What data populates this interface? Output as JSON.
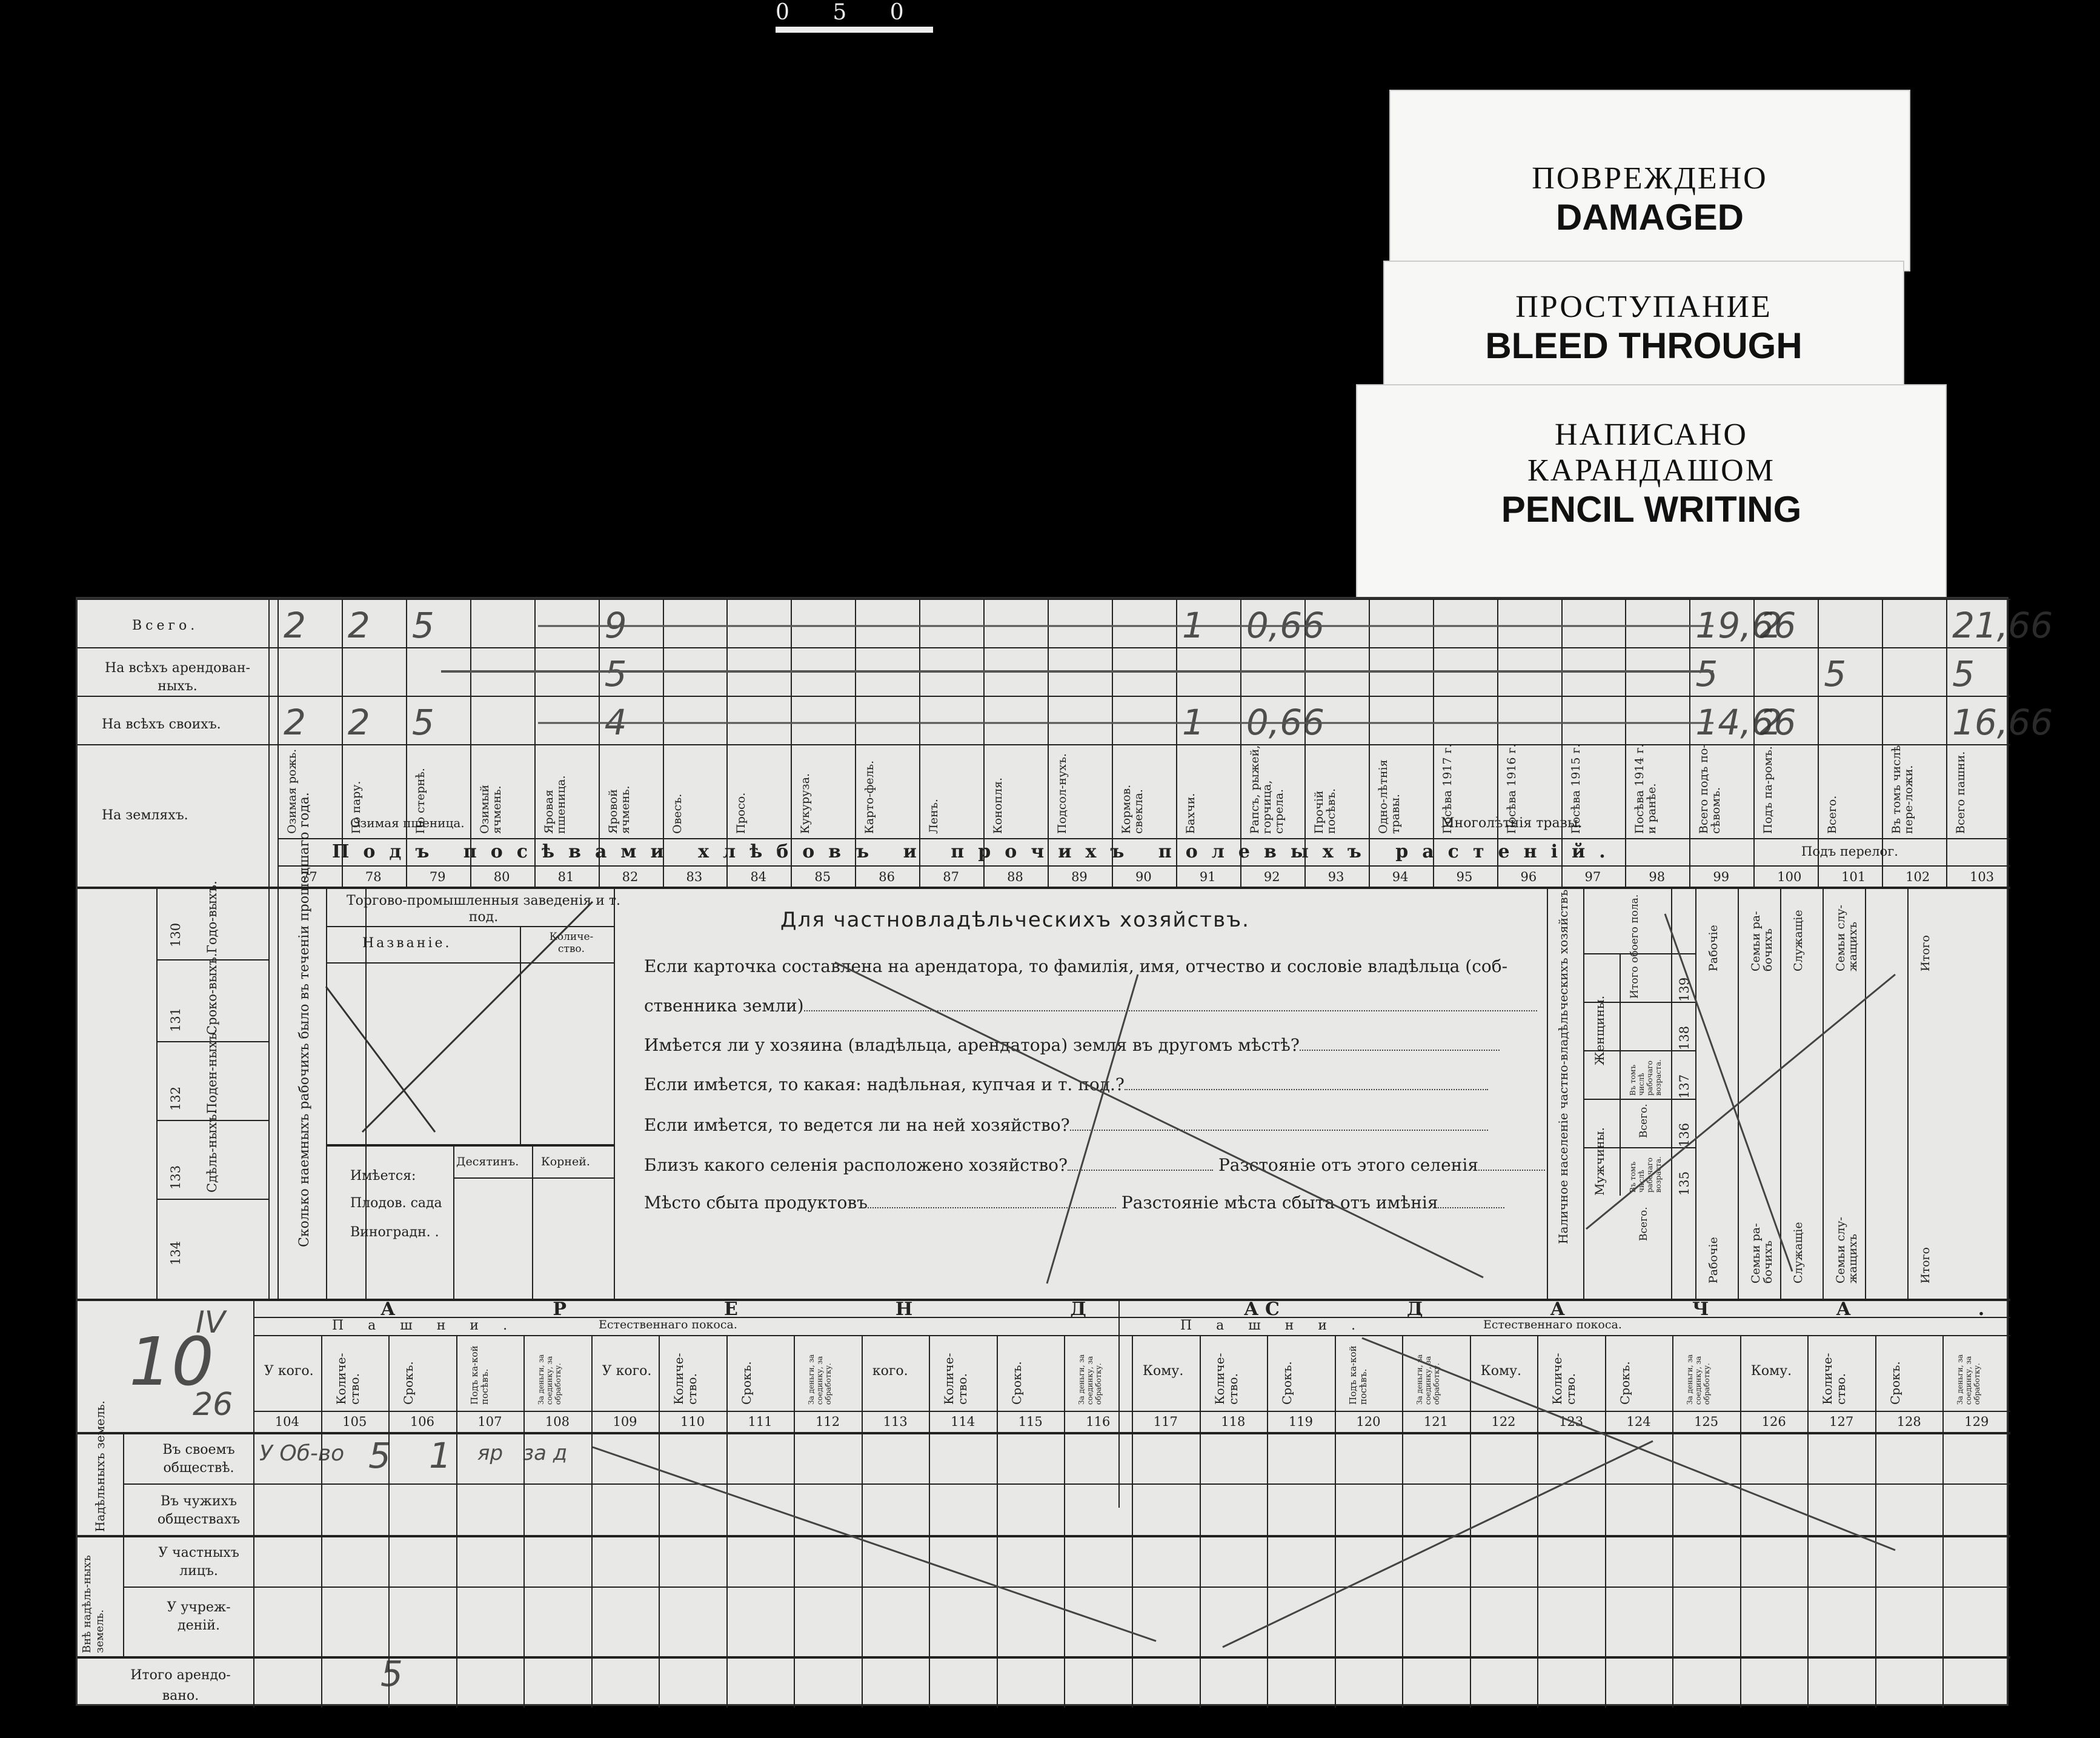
{
  "film_mark": "0 5 0",
  "notices": [
    {
      "ru": "ПОВРЕЖДЕНО",
      "en": "DAMAGED"
    },
    {
      "ru": "ПРОСТУПАНИЕ",
      "en": "BLEED THROUGH"
    },
    {
      "ru1": "НАПИСАНО",
      "ru2": "КАРАНДАШОМ",
      "en": "PENCIL WRITING"
    }
  ],
  "top_table": {
    "row_labels": [
      "Всего.",
      "На всѣхъ арендован-ныхъ.",
      "На всѣхъ своихъ.",
      "На земляхъ."
    ],
    "columns": [
      "Озимая рожь.",
      "По пару.",
      "По стернѣ.",
      "Озимый ячмень.",
      "Яровая пшеница.",
      "Яровой ячмень.",
      "Овесъ.",
      "Просо.",
      "Кукуруза.",
      "Карто-фель.",
      "Ленъ.",
      "Конопля.",
      "Подсол-нухъ.",
      "Кормов. свекла.",
      "Бахчи.",
      "Рапсъ, рыжей, горчица, стрела.",
      "Прочій посѣвъ.",
      "Одно-лѣтнія травы.",
      "Посѣва 1917 г.",
      "Посѣва 1916 г.",
      "Посѣва 1915 г.",
      "Посѣва 1914 г. и ранѣе.",
      "Всего подъ по-сѣвомъ.",
      "Подъ па-ромъ.",
      "Всего.",
      "Въ томъ числѣ пере-ложи.",
      "Всего пашни."
    ],
    "group_ozimaya": "Озимая пшеница.",
    "group_mnogoletnie": "Многолѣтнія травы.",
    "group_perelog": "Подъ перелог.",
    "band": "Подъ посѣвами хлѣбовъ и прочихъ полевыхъ растеній.",
    "numbers": [
      "77",
      "78",
      "79",
      "80",
      "81",
      "82",
      "83",
      "84",
      "85",
      "86",
      "87",
      "88",
      "89",
      "90",
      "91",
      "92",
      "93",
      "94",
      "95",
      "96",
      "97",
      "98",
      "99",
      "100",
      "101",
      "102",
      "103"
    ],
    "hw_vsego": [
      "2",
      "2",
      "5",
      "9",
      "1",
      "0,66",
      "19,66",
      "2",
      "21,66"
    ],
    "hw_arend": [
      "5",
      "5",
      "5",
      "5"
    ],
    "hw_svoih": [
      "2",
      "2",
      "5",
      "4",
      "1",
      "0,66",
      "14,66",
      "2",
      "16,66"
    ]
  },
  "middle": {
    "left_cols": [
      {
        "num": "130",
        "label": "Годо-выхъ."
      },
      {
        "num": "131",
        "label": "Сроко-выхъ."
      },
      {
        "num": "132",
        "label": "Поден-ныхъ."
      },
      {
        "num": "133",
        "label": "Сдѣль-ныхъ."
      },
      {
        "num": "134",
        "label": ""
      }
    ],
    "workers_heading": "Сколько наемныхъ рабочихъ было въ теченіи прошедшаго года.",
    "trade_heading": "Торгово-промышленныя заведенія и т. под.",
    "name_col": "Названіе.",
    "qty_col": "Количе-ство.",
    "imeetsya": "Имѣется:",
    "desyatin": "Десятинъ.",
    "korney": "Корней.",
    "plodov_sada": "Плодов. сада",
    "vinogradn": "Виноградн. .",
    "private_title": "Для частновладѣльческихъ хозяйствъ.",
    "q1a": "Если карточка составлена на арендатора, то фамилія, имя, отчество и сословіе владѣльца (соб-",
    "q1b": "ственника земли)",
    "q2": "Имѣется ли у хозяина (владѣльца, арендатора) земля въ другомъ мѣстѣ?",
    "q3": "Если имѣется, то какая: надѣльная, купчая и т. под.?",
    "q4": "Если имѣется, то ведется ли на ней хозяйство?",
    "q5a": "Близъ какого селенія расположено хозяйство?",
    "q5b": "Разстояніе отъ этого селенія",
    "q6a": "Мѣсто сбыта продуктовъ",
    "q6b": "Разстояніе мѣста сбыта отъ имѣнія",
    "population_heading": "Наличное населеніе частно-владѣльческихъ хозяйствъ.",
    "muzhchiny": "Мужчины.",
    "zhenshchiny": "Женщины.",
    "vsego": "Всего.",
    "rabochego": "Въ томъ числѣ рабочаго возраста.",
    "itogo_ob": "Итого обоего пола.",
    "pop_nums": [
      "135",
      "136",
      "137",
      "138",
      "139"
    ],
    "right_cols": [
      "Рабочіе",
      "Семьи ра-бочихъ",
      "Служащіе",
      "Семьи слу-жащихъ",
      "Итого"
    ]
  },
  "bottom": {
    "arenda": "АРЕНДА.",
    "sdacha": "СДАЧА.",
    "pashni": "Пашни.",
    "pokos": "Естественнаго покоса.",
    "u_kogo": "У кого.",
    "kogo": "кого.",
    "komu": "Кому.",
    "kolichestvo": "Количе-ство.",
    "srok": "Срокъ.",
    "pod_posev": "Подъ ка-кой посѣвъ.",
    "za_dengi": "За деньги, за соединку, за обработку.",
    "numbers": [
      "104",
      "105",
      "106",
      "107",
      "108",
      "109",
      "110",
      "111",
      "112",
      "113",
      "114",
      "115",
      "116",
      "117",
      "118",
      "119",
      "120",
      "121",
      "122",
      "123",
      "124",
      "125",
      "126",
      "127",
      "128",
      "129"
    ],
    "nadel_group": "Надѣльныхъ земель.",
    "vnenadel_group": "Внѣ надѣль-ныхъ земель.",
    "rows": [
      "Въ своемъ обществѣ.",
      "Въ чужихъ обществахъ",
      "У частныхъ лицъ.",
      "У учреж-деній."
    ],
    "itogo": "Итого арендо-вано.",
    "hw_margin": "10",
    "hw_margin_sup": "IV",
    "hw_margin_sub": "26",
    "hw_row1": [
      "У Об-во",
      "5",
      "1",
      "яр",
      "за д"
    ],
    "hw_itogo": "5"
  }
}
